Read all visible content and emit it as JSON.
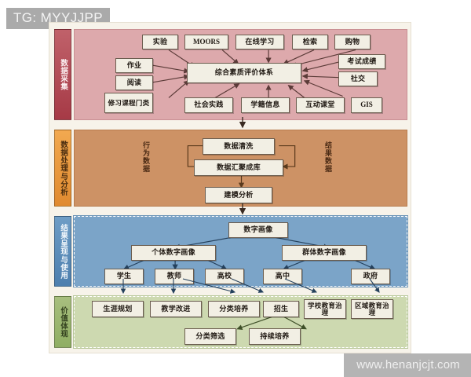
{
  "overlay": {
    "tag": "TG: MYYJJPP",
    "watermark": "www.henanjcjt.com"
  },
  "bands": [
    {
      "id": "band1",
      "label": "数据采集",
      "color": "#a63a46",
      "panel_color": "#dda9ac",
      "nodes": [
        {
          "id": "shiyan",
          "text": "实验"
        },
        {
          "id": "moors",
          "text": "MOORS"
        },
        {
          "id": "zaixian",
          "text": "在线学习"
        },
        {
          "id": "jiansuo",
          "text": "检索"
        },
        {
          "id": "gouwu",
          "text": "购物"
        },
        {
          "id": "zuoye",
          "text": "作业"
        },
        {
          "id": "yuedu",
          "text": "阅读"
        },
        {
          "id": "xiuxi",
          "text": "修习课程门类"
        },
        {
          "id": "zonghe",
          "text": "综合素质评价体系"
        },
        {
          "id": "kaoshi",
          "text": "考试成绩"
        },
        {
          "id": "shejiao",
          "text": "社交"
        },
        {
          "id": "shehui",
          "text": "社会实践"
        },
        {
          "id": "xueji",
          "text": "学籍信息"
        },
        {
          "id": "hudong",
          "text": "互动课堂"
        },
        {
          "id": "gis",
          "text": "GIS"
        }
      ]
    },
    {
      "id": "band2",
      "label": "数据处理与分析",
      "color": "#e08a30",
      "panel_color": "#cd9265",
      "notes": [
        {
          "id": "xingwei",
          "text": "行为数据"
        },
        {
          "id": "jieguo",
          "text": "结果数据"
        }
      ],
      "nodes": [
        {
          "id": "qingxi",
          "text": "数据清洗"
        },
        {
          "id": "huiju",
          "text": "数据汇聚成库"
        },
        {
          "id": "jianmo",
          "text": "建模分析"
        }
      ]
    },
    {
      "id": "band3",
      "label": "结果呈现与使用",
      "color": "#4d7fae",
      "panel_color": "#7ba4c8",
      "nodes": [
        {
          "id": "shuzi",
          "text": "数字画像"
        },
        {
          "id": "geti",
          "text": "个体数字画像"
        },
        {
          "id": "qunti",
          "text": "群体数字画像"
        },
        {
          "id": "xuesheng",
          "text": "学生"
        },
        {
          "id": "jiaoshi",
          "text": "教师"
        },
        {
          "id": "gaoxiao",
          "text": "高校"
        },
        {
          "id": "gaozhong",
          "text": "高中"
        },
        {
          "id": "zhengfu",
          "text": "政府"
        }
      ]
    },
    {
      "id": "band4",
      "label": "价值体现",
      "color": "#8fae63",
      "panel_color": "#cdd9b0",
      "nodes": [
        {
          "id": "shengya",
          "text": "生涯规划"
        },
        {
          "id": "jiaoxue",
          "text": "教学改进"
        },
        {
          "id": "fenlei",
          "text": "分类培养"
        },
        {
          "id": "zhaosheng",
          "text": "招生"
        },
        {
          "id": "xuexiao",
          "text": "学校教育治理"
        },
        {
          "id": "quyu",
          "text": "区域教育治理"
        },
        {
          "id": "shaixuan",
          "text": "分类筛选"
        },
        {
          "id": "chixu",
          "text": "持续培养"
        }
      ]
    }
  ]
}
